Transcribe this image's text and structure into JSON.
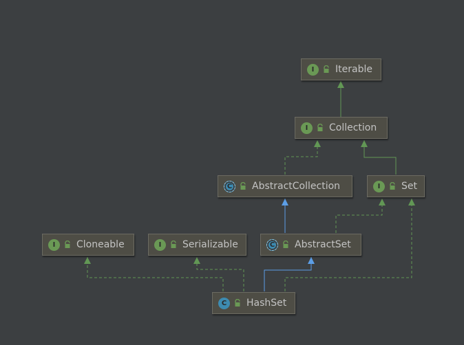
{
  "nodes": {
    "iterable": {
      "label": "Iterable",
      "kind": "interface",
      "badge": "I"
    },
    "collection": {
      "label": "Collection",
      "kind": "interface",
      "badge": "I"
    },
    "abstract_collection": {
      "label": "AbstractCollection",
      "kind": "abstract-class",
      "badge": "C"
    },
    "set": {
      "label": "Set",
      "kind": "interface",
      "badge": "I"
    },
    "cloneable": {
      "label": "Cloneable",
      "kind": "interface",
      "badge": "I"
    },
    "serializable": {
      "label": "Serializable",
      "kind": "interface",
      "badge": "I"
    },
    "abstract_set": {
      "label": "AbstractSet",
      "kind": "abstract-class",
      "badge": "C"
    },
    "hash_set": {
      "label": "HashSet",
      "kind": "class",
      "badge": "C"
    }
  },
  "edges": [
    {
      "from": "collection",
      "to": "iterable",
      "type": "extends"
    },
    {
      "from": "abstract_collection",
      "to": "collection",
      "type": "implements"
    },
    {
      "from": "set",
      "to": "collection",
      "type": "extends"
    },
    {
      "from": "abstract_set",
      "to": "abstract_collection",
      "type": "extends-class"
    },
    {
      "from": "abstract_set",
      "to": "set",
      "type": "implements"
    },
    {
      "from": "hash_set",
      "to": "cloneable",
      "type": "implements"
    },
    {
      "from": "hash_set",
      "to": "serializable",
      "type": "implements"
    },
    {
      "from": "hash_set",
      "to": "abstract_set",
      "type": "extends-class"
    },
    {
      "from": "hash_set",
      "to": "set",
      "type": "implements"
    }
  ],
  "colors": {
    "background": "#3c3f41",
    "interface_edge": "#629755",
    "class_edge": "#5c9ee6",
    "interface_badge": "#6a9955",
    "class_badge": "#3d8bb1",
    "lock_icon": "#6a9955"
  }
}
